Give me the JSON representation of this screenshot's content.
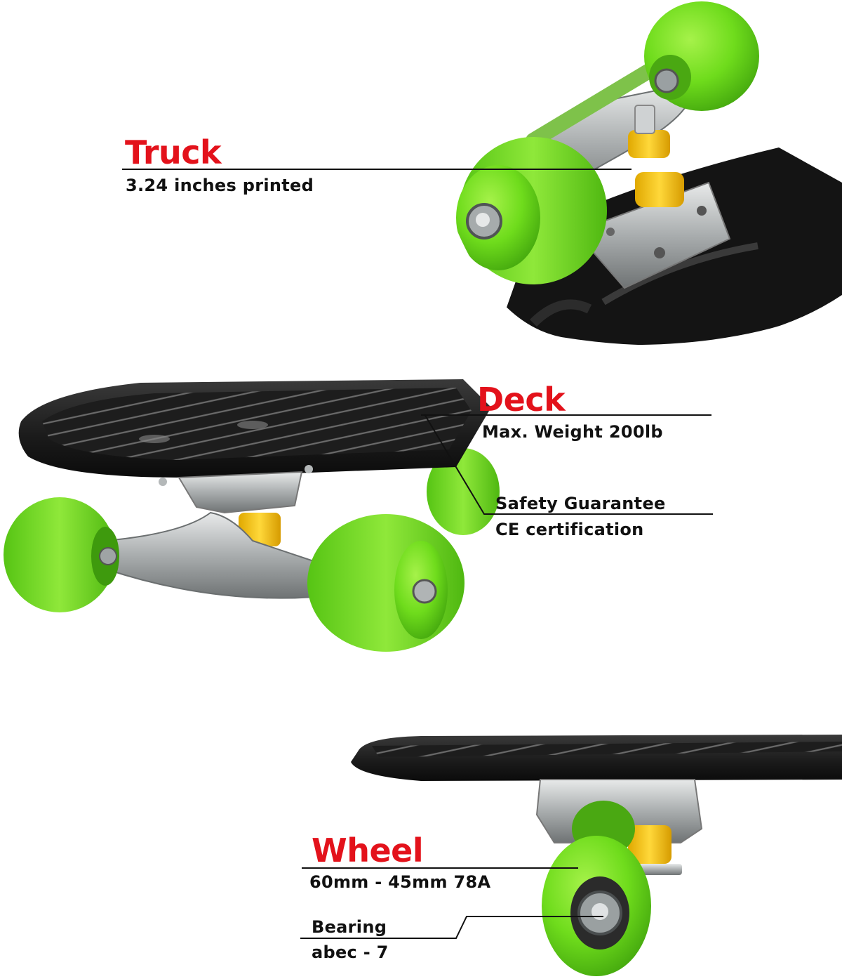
{
  "colors": {
    "title_red": "#e3121b",
    "text_black": "#111111",
    "wheel_green": "#6fdc1c",
    "wheel_green_dark": "#4cb512",
    "deck_black": "#1c1c1c",
    "truck_silver": "#b9bcbd",
    "bushing_yellow": "#f5c400",
    "background": "#ffffff"
  },
  "callouts": {
    "truck": {
      "title": "Truck",
      "detail": "3.24 inches printed"
    },
    "deck": {
      "title": "Deck",
      "detail": "Max. Weight 200lb"
    },
    "safety": {
      "title": "Safety Guarantee",
      "detail": "CE certification"
    },
    "wheel": {
      "title": "Wheel",
      "detail": "60mm - 45mm 78A"
    },
    "bearing": {
      "title": "Bearing",
      "detail": "abec - 7"
    }
  },
  "images": {
    "truck_closeup": "truck-closeup-image",
    "deck_front_view": "deck-front-view-image",
    "wheel_side_view": "wheel-side-view-image"
  }
}
